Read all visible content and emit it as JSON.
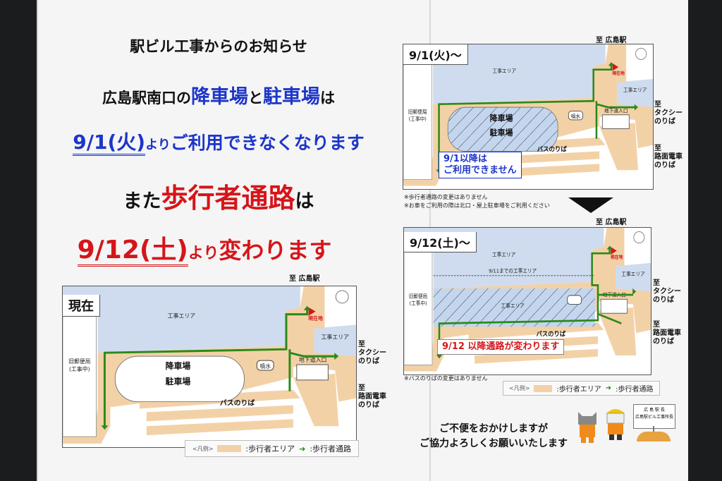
{
  "headline": {
    "line1": "駅ビル工事からのお知らせ",
    "line2_a": "広島駅南口の",
    "line2_b": "降車場",
    "line2_c": "と",
    "line2_d": "駐車場",
    "line2_e": "は",
    "line3_a": "9/1(火)",
    "line3_b": "より",
    "line3_c": "ご利用できなくなります",
    "line4_a": "また",
    "line4_b": "歩行者通路",
    "line4_c": "は",
    "line5_a": "9/12(土)",
    "line5_b": "より",
    "line5_c": "変わります"
  },
  "labels": {
    "to_station": "至 広島駅",
    "construction_area": "工事エリア",
    "old_post_office": "旧郵便局",
    "under_construction": "(工事中)",
    "dropoff": "降車場",
    "parking": "駐車場",
    "fountain": "噴水",
    "underground_entrance": "地下道入口",
    "bus_stop": "バスのりば",
    "current_location": "現在地",
    "to": "至",
    "taxi": "タクシー",
    "noriba": "のりば",
    "streetcar": "路面電車",
    "construction_until": "9/11までの工事エリア"
  },
  "maps": {
    "current": {
      "title": "現在"
    },
    "sep1": {
      "title": "9/1(火)～",
      "callout_1": "9/1以降は",
      "callout_2": "ご利用できません"
    },
    "sep12": {
      "title": "9/12(土)～",
      "callout": "9/12 以降通路が変わります"
    }
  },
  "notes": {
    "no_path_change": "※歩行者通路の変更はありません",
    "use_north": "※お車をご利用の際は北口・屋上駐車場をご利用ください",
    "no_bus_change": "※バスのりばの変更はありません"
  },
  "legend": {
    "label": "<凡例>",
    "ped_area": ":歩行者エリア",
    "ped_path": ":歩行者通路"
  },
  "closing": {
    "line1": "ご不便をおかけしますが",
    "line2": "ご協力よろしくお願いいたします"
  },
  "sign": {
    "line1": "広 島 駅 長",
    "line2": "広島駅ビル工事所長"
  },
  "colors": {
    "blue": "#1d35c9",
    "red": "#d5151a",
    "green": "#2a8a1a",
    "tan": "#f3d1a7",
    "construction": "#cfdcef"
  }
}
